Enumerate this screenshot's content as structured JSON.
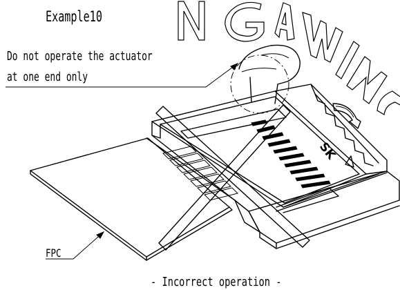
{
  "title": "Example10",
  "warning": {
    "line1": "Do not operate the actuator",
    "line2": "at one end only"
  },
  "labels": {
    "fpc": "FPC",
    "marking": "SK"
  },
  "caption": "- Incorrect operation -",
  "watermark": "NG AWING",
  "icons": [
    "finger-press-icon",
    "rotation-arrow-icon",
    "cross-mark-icon"
  ]
}
